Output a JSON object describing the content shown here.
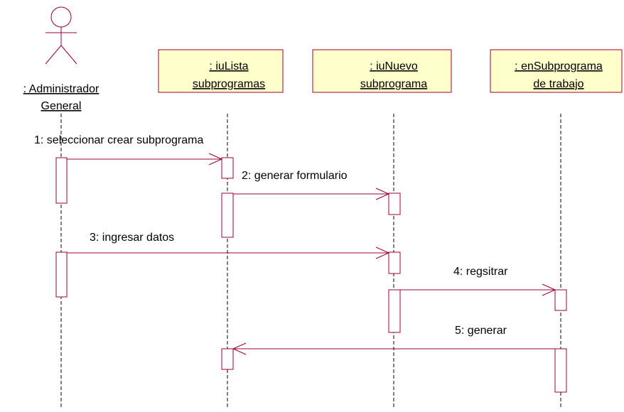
{
  "actor": {
    "label_line1": ": Administrador",
    "label_line2": "General"
  },
  "objects": [
    {
      "label_line1": ": iuLista",
      "label_line2": "subprogramas"
    },
    {
      "label_line1": ": iuNuevo",
      "label_line2": "subprograma"
    },
    {
      "label_line1": ": enSubprograma",
      "label_line2": "de trabajo"
    }
  ],
  "messages": [
    {
      "label": "1: seleccionar crear subprograma",
      "from": "actor",
      "to": "iuLista"
    },
    {
      "label": "2: generar formulario",
      "from": "iuLista",
      "to": "iuNuevo"
    },
    {
      "label": "3: ingresar datos",
      "from": "actor",
      "to": "iuNuevo"
    },
    {
      "label": "4: regsitrar",
      "from": "iuNuevo",
      "to": "enSubprograma"
    },
    {
      "label": "5: generar",
      "from": "enSubprograma",
      "to": "iuLista"
    }
  ],
  "colors": {
    "box_fill": "#ffffcc",
    "box_stroke": "#990033",
    "line": "#990033",
    "lifeline": "#000000",
    "text": "#000000"
  }
}
